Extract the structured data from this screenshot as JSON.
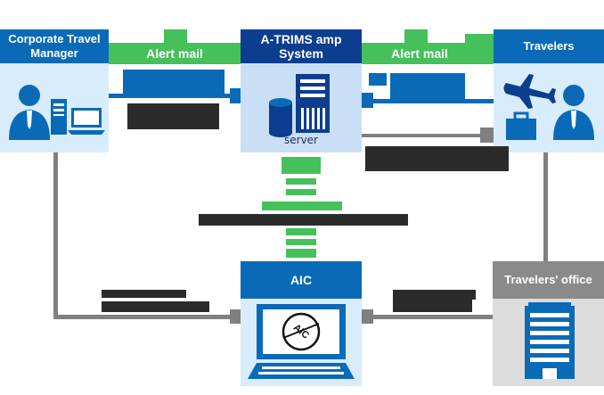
{
  "nodes": {
    "corporate_manager": {
      "title": "Corporate Travel Manager"
    },
    "atrims": {
      "title": "A-TRIMS amp System",
      "server_label": "server"
    },
    "travelers": {
      "title": "Travelers"
    },
    "aic": {
      "title": "AIC",
      "logo_text": "AIC"
    },
    "travelers_office": {
      "title": "Travelers' office"
    }
  },
  "labels": {
    "alert_mail_left": "Alert mail",
    "alert_mail_right": "Alert mail"
  },
  "colors": {
    "header_blue": "#0a6ab8",
    "header_navy": "#0c3d8f",
    "panel_light_blue": "#d8ecfb",
    "alert_green": "#45c05a",
    "connector_gray": "#808080",
    "redacted_black": "#2b2b2b",
    "office_gray": "#dcdcdc"
  },
  "icons": [
    "person-icon",
    "computer-tower-icon",
    "laptop-icon",
    "database-icon",
    "server-rack-icon",
    "airplane-icon",
    "briefcase-icon",
    "office-building-icon",
    "monitor-icon",
    "keyboard-icon",
    "aic-logo-icon"
  ]
}
